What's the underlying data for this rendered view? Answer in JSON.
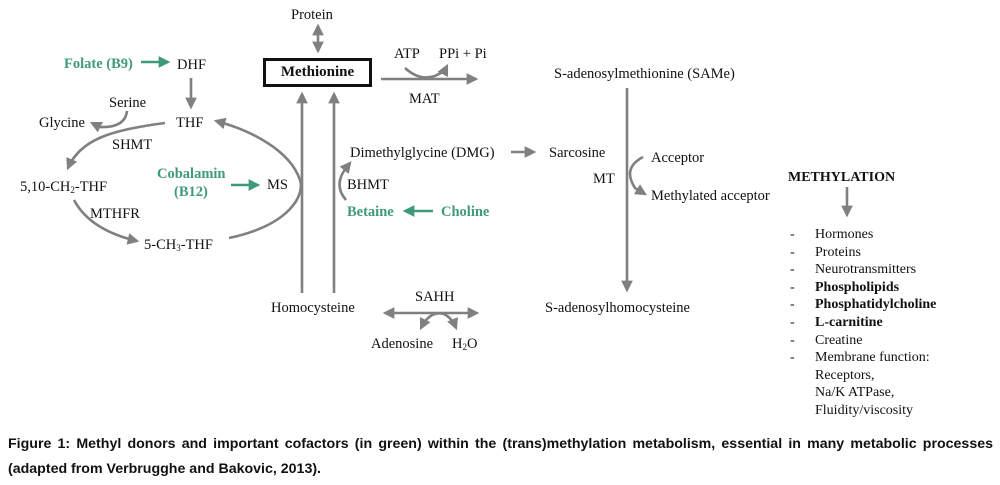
{
  "colors": {
    "arrow": "#808080",
    "cofactor_green": "#3f9a7b",
    "text": "#111111"
  },
  "nodes": {
    "protein": "Protein",
    "methionine": "Methionine",
    "atp": "ATP",
    "ppi_pi": "PPi + Pi",
    "mat": "MAT",
    "same": "S-adenosylmethionine (SAMe)",
    "folate": "Folate (B9)",
    "dhf": "DHF",
    "serine": "Serine",
    "glycine": "Glycine",
    "thf": "THF",
    "shmt": "SHMT",
    "methylene_thf_prefix": "5,10-CH",
    "methylene_thf_sub": "2",
    "methylene_thf_suffix": "-THF",
    "mthfr": "MTHFR",
    "methyl_thf_prefix": "5-CH",
    "methyl_thf_sub": "3",
    "methyl_thf_suffix": "-THF",
    "cobalamin_line1": "Cobalamin",
    "cobalamin_line2": "(B12)",
    "ms": "MS",
    "dmg": "Dimethylglycine (DMG)",
    "sarcosine": "Sarcosine",
    "bhmt": "BHMT",
    "betaine": "Betaine",
    "choline": "Choline",
    "acceptor": "Acceptor",
    "mt": "MT",
    "methylated_acceptor": "Methylated acceptor",
    "homocysteine": "Homocysteine",
    "sahh": "SAHH",
    "adenosine": "Adenosine",
    "h2o_prefix": "H",
    "h2o_sub": "2",
    "h2o_suffix": "O",
    "sah": "S-adenosylhomocysteine"
  },
  "methylation": {
    "title": "METHYLATION",
    "items": [
      {
        "dash": "-",
        "text": "Hormones",
        "bold": false
      },
      {
        "dash": "-",
        "text": "Proteins",
        "bold": false
      },
      {
        "dash": "-",
        "text": "Neurotransmitters",
        "bold": false
      },
      {
        "dash": "-",
        "text": "Phospholipids",
        "bold": true
      },
      {
        "dash": "-",
        "text": "Phosphatidylcholine",
        "bold": true
      },
      {
        "dash": "-",
        "text": "L-carnitine",
        "bold": true
      },
      {
        "dash": "-",
        "text": "Creatine",
        "bold": false
      },
      {
        "dash": "-",
        "text": "Membrane function:",
        "bold": false
      },
      {
        "dash": "",
        "text": "Receptors,",
        "bold": false
      },
      {
        "dash": "",
        "text": "Na/K ATPase,",
        "bold": false
      },
      {
        "dash": "",
        "text": "Fluidity/viscosity",
        "bold": false
      }
    ]
  },
  "caption": "Figure 1: Methyl donors and important cofactors (in green) within the (trans)methylation metabolism, essential in many metabolic processes (adapted from Verbrugghe and Bakovic, 2013)."
}
